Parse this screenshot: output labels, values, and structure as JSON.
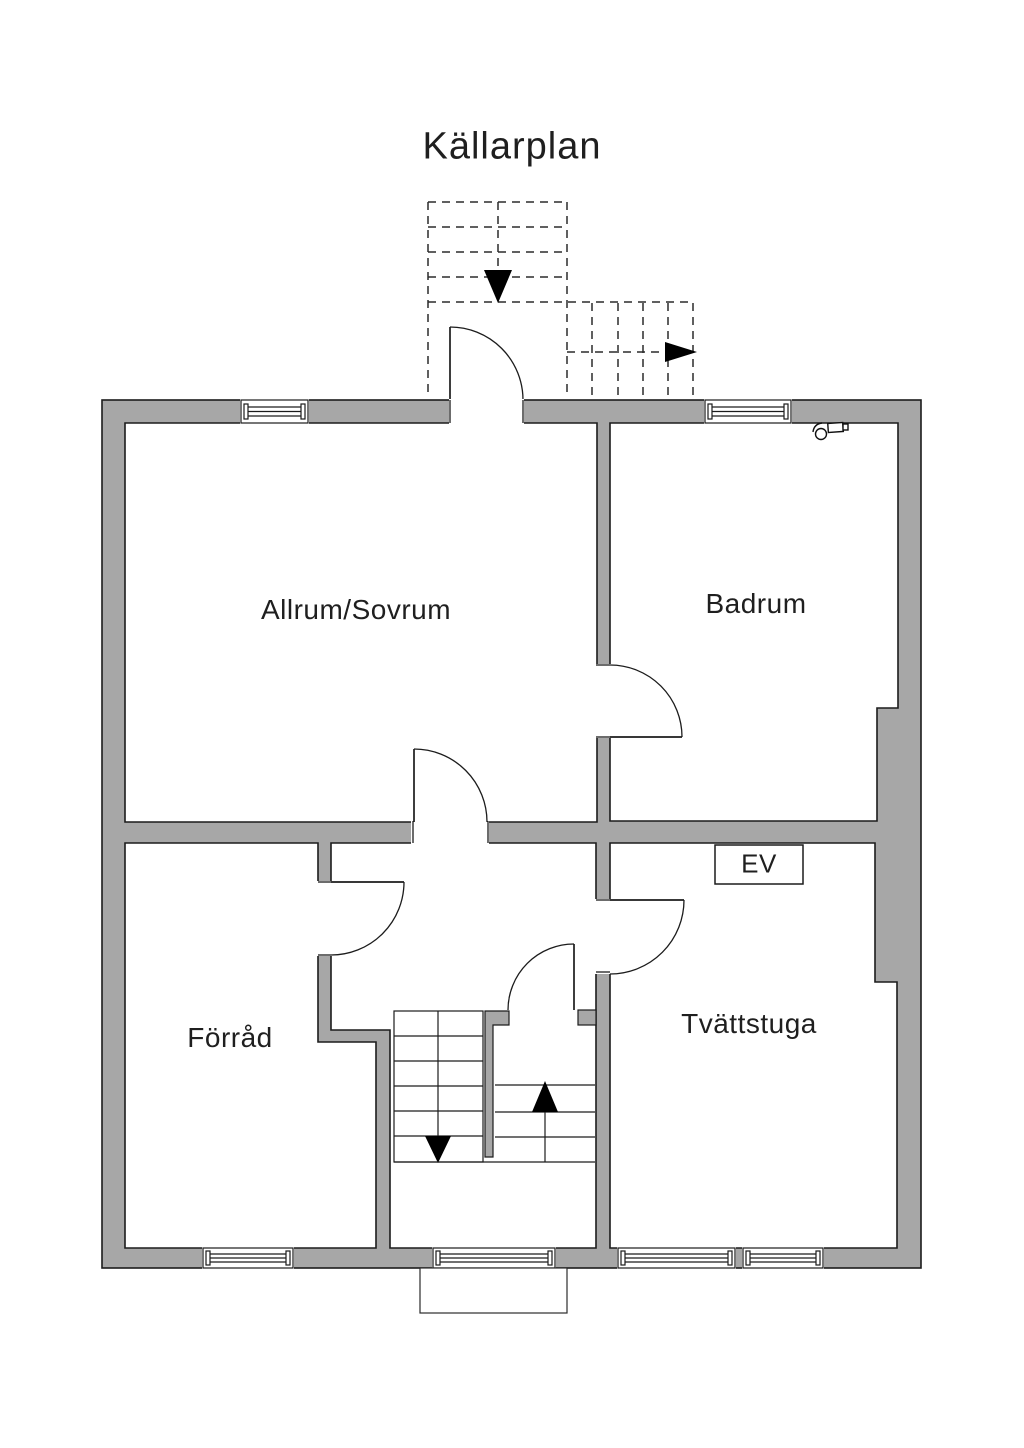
{
  "page": {
    "title": "Källarplan"
  },
  "rooms": [
    {
      "id": "allrum-sovrum",
      "label": "Allrum/Sovrum"
    },
    {
      "id": "badrum",
      "label": "Badrum"
    },
    {
      "id": "forrad",
      "label": "Förråd"
    },
    {
      "id": "tvattstuga",
      "label": "Tvättstuga"
    }
  ],
  "annotations": {
    "electrical_box_label": "EV"
  },
  "icons": [
    "upper-flight-down-arrow-icon",
    "upper-flight-right-arrow-icon",
    "stairs-down-arrow-icon",
    "stairs-up-arrow-icon",
    "plumbing-fixture-icon"
  ],
  "colors": {
    "background": "#ffffff",
    "wall_fill": "#a7a7a7",
    "outline": "#1c1c1c",
    "dashed_line": "#2b2b2b"
  }
}
